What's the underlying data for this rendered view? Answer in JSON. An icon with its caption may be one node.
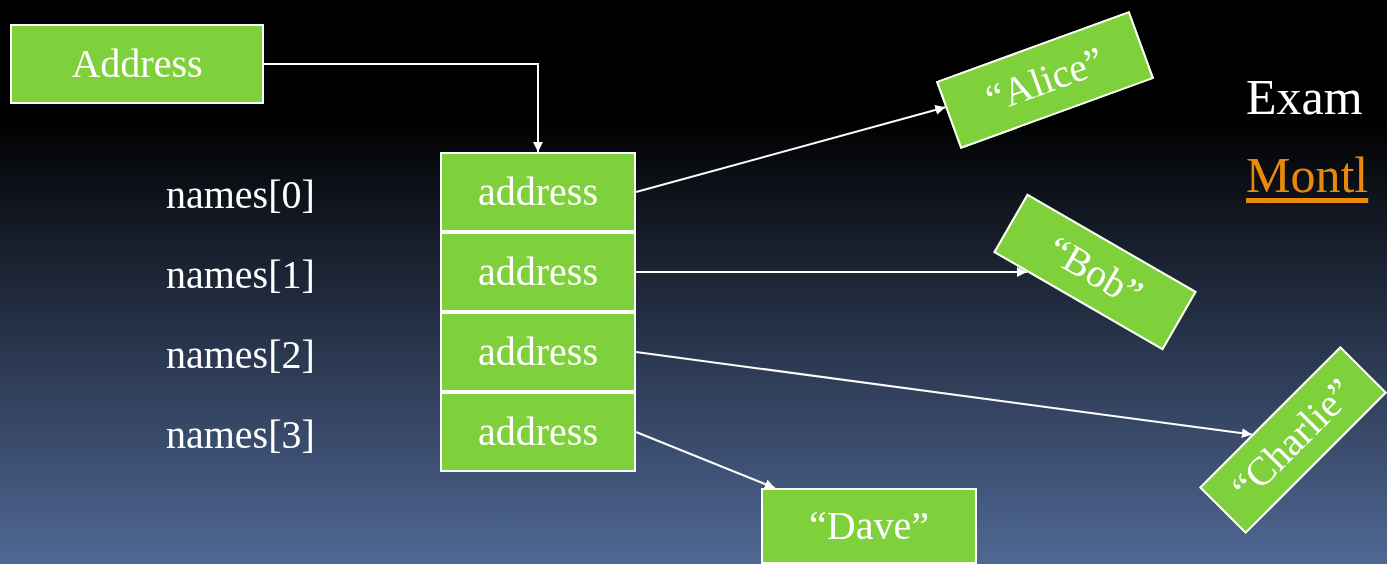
{
  "diagram": {
    "nodes": [
      {
        "text": [
          "Address"
        ]
      },
      {
        "text": [
          "address"
        ]
      },
      {
        "text": [
          "address"
        ]
      },
      {
        "text": [
          "address"
        ]
      },
      {
        "text": [
          "address"
        ]
      },
      {
        "text": [
          "“Alice”"
        ]
      },
      {
        "text": [
          "“Bob”"
        ]
      },
      {
        "text": [
          "“Charlie”"
        ]
      },
      {
        "text": [
          "“Dave”"
        ]
      }
    ],
    "edges": [
      {
        "from": 0,
        "to": 1,
        "arrow": "to"
      },
      {
        "from": 1,
        "to": 5,
        "arrow": "to"
      },
      {
        "from": 2,
        "to": 6,
        "arrow": "to"
      },
      {
        "from": 3,
        "to": 7,
        "arrow": "to"
      },
      {
        "from": 4,
        "to": 8,
        "arrow": "to"
      }
    ],
    "labels": [
      "names[0]",
      "names[1]",
      "names[2]",
      "names[3]",
      "Exam",
      "Montl"
    ]
  }
}
